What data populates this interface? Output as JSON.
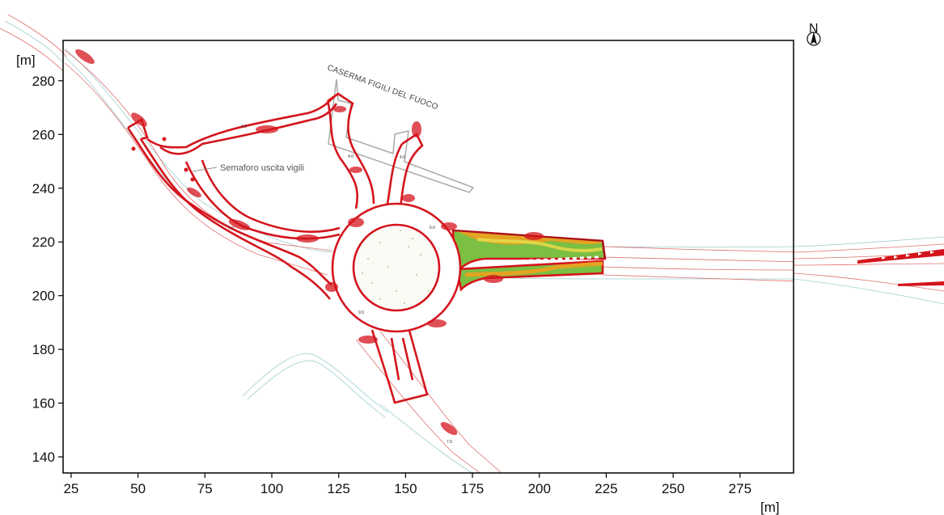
{
  "chart_data": {
    "type": "map-plot",
    "x_unit": "[m]",
    "y_unit": "[m]",
    "x_ticks": [
      25,
      50,
      75,
      100,
      125,
      150,
      175,
      200,
      225,
      250,
      275
    ],
    "y_ticks": [
      280,
      260,
      240,
      220,
      200,
      180,
      160,
      140
    ],
    "xlim": [
      22,
      295
    ],
    "ylim": [
      134,
      295
    ],
    "grid": false
  },
  "annotations": {
    "building_label": "CASERMA FIGILI DEL FUOCO",
    "signal_label": "Semaforo uscita vigili",
    "north_label": "N"
  },
  "dimension_marks": [
    "4.0",
    "4.0",
    "4.0",
    "7.0",
    "6.0",
    "9.0",
    "7.0"
  ],
  "colors": {
    "road_outline": "#d4141c",
    "heat_red": "#a4111a",
    "heat_orange": "#f0a020",
    "heat_yellow": "#e4d84a",
    "heat_green": "#7bbf43",
    "frame": "#000000",
    "context_line": "#9fcfcf"
  }
}
